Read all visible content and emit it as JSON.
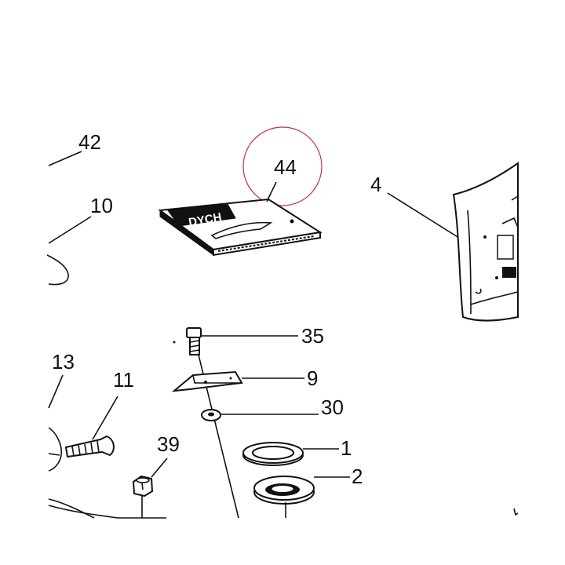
{
  "callouts": {
    "c42": "42",
    "c10": "10",
    "c44": "44",
    "c4": "4",
    "c35": "35",
    "c9": "9",
    "c30": "30",
    "c13": "13",
    "c11": "11",
    "c39": "39",
    "c1": "1",
    "c2": "2"
  },
  "highlight_color": "#c0304a"
}
